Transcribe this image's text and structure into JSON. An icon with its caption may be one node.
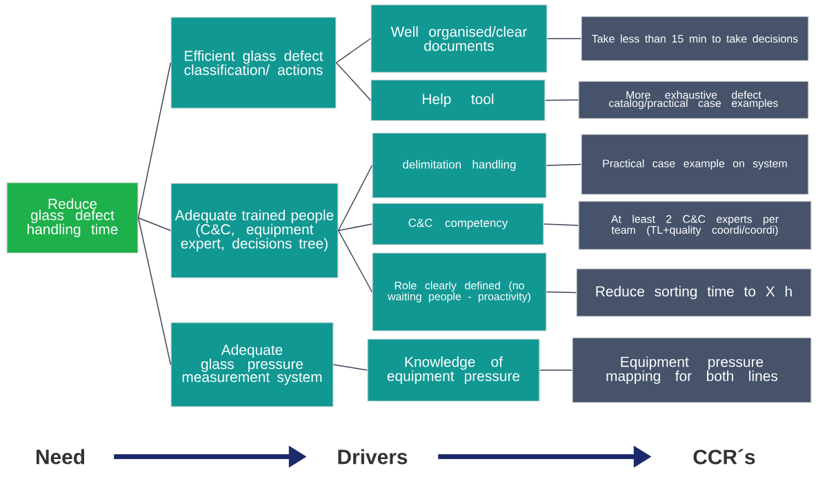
{
  "diagram": {
    "nodes": [
      {
        "text": [
          "Reduce glass defect handling time"
        ]
      },
      {
        "text": [
          "Efficient glass defect classification/ actions"
        ]
      },
      {
        "text": [
          "Adequate trained people (C&C, equipment expert, decisions tree)"
        ]
      },
      {
        "text": [
          "Adequate glass pressure measurement system"
        ]
      },
      {
        "text": [
          "Well organised/clear documents"
        ]
      },
      {
        "text": [
          "Help tool"
        ]
      },
      {
        "text": [
          "delimitation handling"
        ]
      },
      {
        "text": [
          "C&C competency"
        ]
      },
      {
        "text": [
          "Role clearly defined (no waiting people - proactivity)"
        ]
      },
      {
        "text": [
          "Knowledge of equipment pressure"
        ]
      },
      {
        "text": [
          "Take less than 15 min to take decisions"
        ]
      },
      {
        "text": [
          "More exhaustive defect catalog/practical case examples"
        ]
      },
      {
        "text": [
          "Practical case example on system"
        ]
      },
      {
        "text": [
          "At least 2 C&C experts per team (TL+quality coordi/coordi)"
        ]
      },
      {
        "text": [
          "Reduce sorting time to X h"
        ]
      },
      {
        "text": [
          "Equipment pressure mapping for both lines"
        ]
      },
      {
        "text": [
          "Need"
        ]
      },
      {
        "text": [
          "Drivers"
        ]
      },
      {
        "text": [
          "CCR´s"
        ]
      }
    ],
    "edges": [
      {
        "from": 0,
        "to": 1,
        "arrow": "none"
      },
      {
        "from": 0,
        "to": 2,
        "arrow": "none"
      },
      {
        "from": 0,
        "to": 3,
        "arrow": "none"
      },
      {
        "from": 1,
        "to": 4,
        "arrow": "none"
      },
      {
        "from": 1,
        "to": 5,
        "arrow": "none"
      },
      {
        "from": 2,
        "to": 6,
        "arrow": "none"
      },
      {
        "from": 2,
        "to": 7,
        "arrow": "none"
      },
      {
        "from": 2,
        "to": 8,
        "arrow": "none"
      },
      {
        "from": 3,
        "to": 9,
        "arrow": "none"
      },
      {
        "from": 4,
        "to": 10,
        "arrow": "none"
      },
      {
        "from": 5,
        "to": 11,
        "arrow": "none"
      },
      {
        "from": 6,
        "to": 12,
        "arrow": "none"
      },
      {
        "from": 7,
        "to": 13,
        "arrow": "none"
      },
      {
        "from": 8,
        "to": 14,
        "arrow": "none"
      },
      {
        "from": 9,
        "to": 15,
        "arrow": "none"
      },
      {
        "from": 16,
        "to": 17,
        "arrow": "to",
        "style": "thick",
        "color": "#1b2a6b"
      },
      {
        "from": 17,
        "to": 18,
        "arrow": "to",
        "style": "thick",
        "color": "#1b2a6b"
      }
    ]
  }
}
